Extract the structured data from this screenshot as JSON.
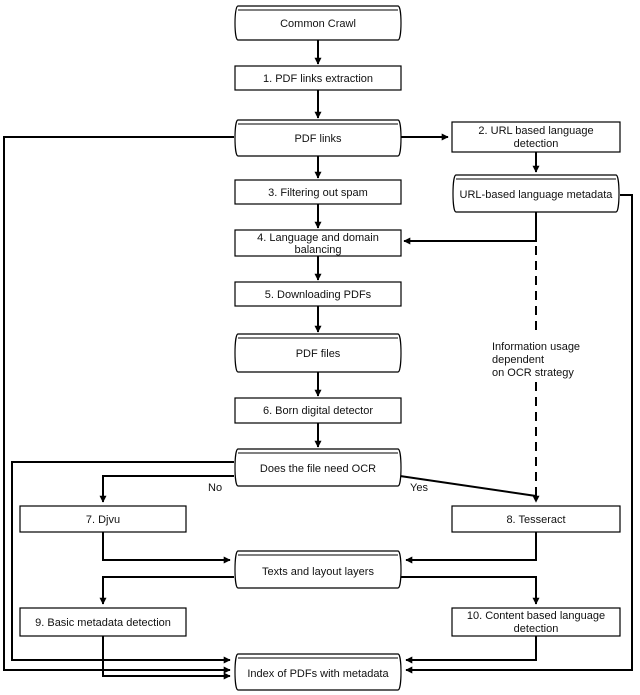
{
  "nodes": {
    "common_crawl": "Common Crawl",
    "pdf_links_extraction": "1. PDF links extraction",
    "pdf_links": "PDF links",
    "url_language_detection": [
      "2. URL based language",
      "detection"
    ],
    "filtering_spam": "3. Filtering out spam",
    "url_language_metadata": "URL-based language metadata",
    "language_domain_balancing": [
      "4. Language and domain",
      "balancing"
    ],
    "downloading_pdfs": "5. Downloading PDFs",
    "pdf_files": "PDF files",
    "born_digital_detector": "6. Born digital detector",
    "needs_ocr": "Does the file need OCR",
    "djvu": "7. Djvu",
    "tesseract": "8. Tesseract",
    "texts_layout": "Texts and layout layers",
    "basic_metadata": "9. Basic metadata detection",
    "content_language_detection": [
      "10. Content based language",
      "detection"
    ],
    "index_pdfs": "Index of PDFs with metadata"
  },
  "edge_labels": {
    "no": "No",
    "yes": "Yes",
    "ocr_strategy_note": [
      "Information usage",
      "dependent",
      "on OCR strategy"
    ]
  }
}
